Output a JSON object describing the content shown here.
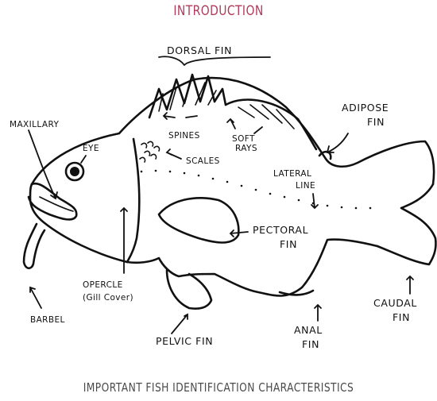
{
  "header": {
    "title": "INTRODUCTION"
  },
  "caption": {
    "text": "IMPORTANT FISH IDENTIFICATION CHARACTERISTICS"
  },
  "labels": {
    "dorsal_fin": "DORSAL FIN",
    "spines": "SPINES",
    "soft_rays_1": "SOFT",
    "soft_rays_2": "RAYS",
    "adipose_1": "ADIPOSE",
    "adipose_2": "FIN",
    "maxillary": "MAXILLARY",
    "eye": "EYE",
    "scales": "SCALES",
    "lateral_line_1": "LATERAL",
    "lateral_line_2": "LINE",
    "pectoral_1": "PECTORAL",
    "pectoral_2": "FIN",
    "opercle_1": "OPERCLE",
    "opercle_2": "(Gill Cover)",
    "barbel": "BARBEL",
    "pelvic": "PELVIC FIN",
    "anal_1": "ANAL",
    "anal_2": "FIN",
    "caudal_1": "CAUDAL",
    "caudal_2": "FIN"
  },
  "colors": {
    "header": "#b03a5b",
    "caption": "#4a4a4a",
    "ink": "#111111"
  }
}
